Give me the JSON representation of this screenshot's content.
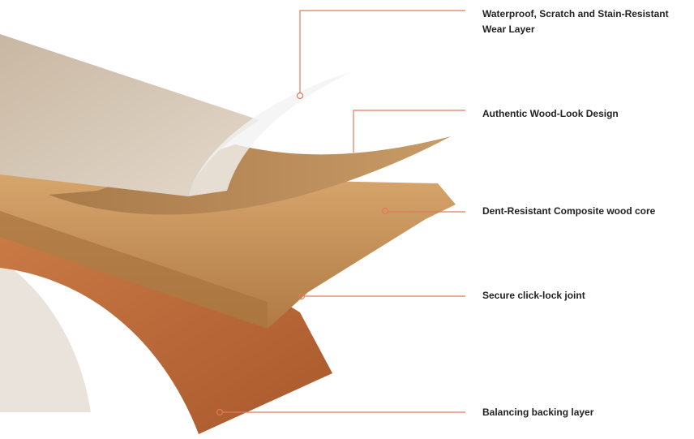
{
  "colors": {
    "callout": "#e07a5f",
    "backing": "#b8693a",
    "core": "#c8935a",
    "veneer": "#b88a58",
    "wear": "#d7c9b6"
  },
  "labels": {
    "wear_layer_1": "Waterproof, Scratch and Stain-Resistant",
    "wear_layer_2": "Wear Layer",
    "design": "Authentic Wood-Look Design",
    "core": "Dent-Resistant Composite wood core",
    "joint": "Secure click-lock joint",
    "backing": "Balancing backing layer"
  }
}
